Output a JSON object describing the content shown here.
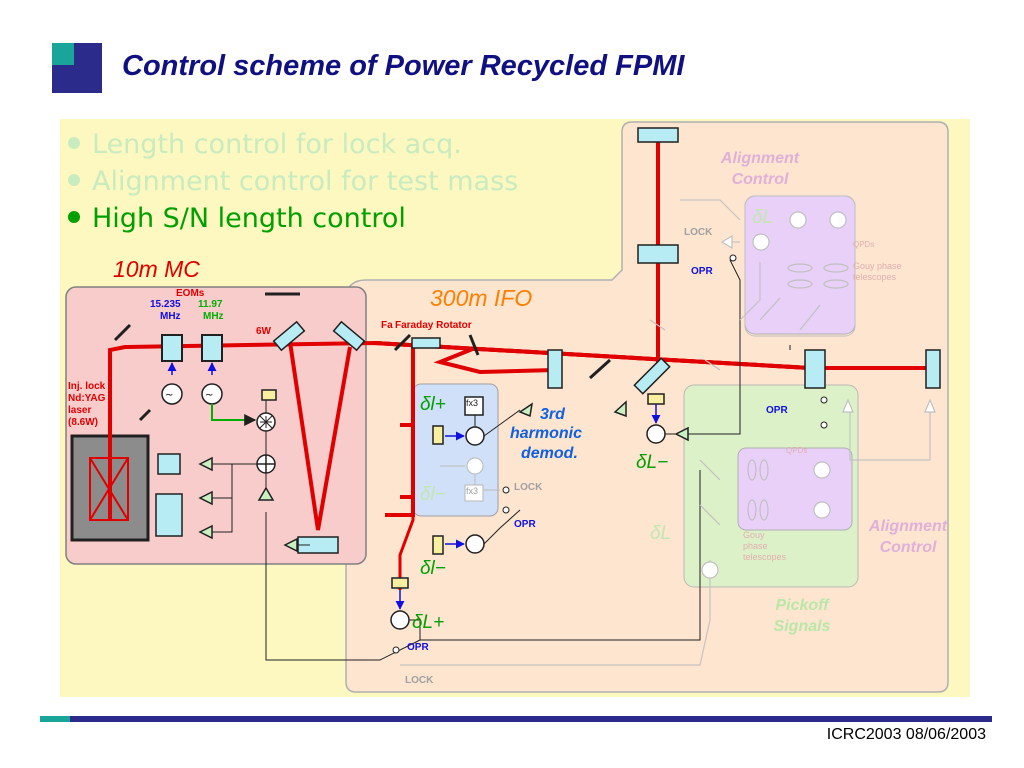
{
  "slide": {
    "title": "Control scheme of Power Recycled FPMI",
    "footer": "ICRC2003 08/06/2003"
  },
  "bullets": [
    {
      "text": "Length control for lock acq.",
      "state": "dimmed"
    },
    {
      "text": "Alignment control for test mass",
      "state": "dimmed"
    },
    {
      "text": "High S/N length control",
      "state": "active"
    }
  ],
  "diagram": {
    "mc_title": "10m MC",
    "ifo_title": "300m IFO",
    "eoms_label": "EOMs",
    "eom1": {
      "freq": "15.235",
      "unit": "MHz"
    },
    "eom2": {
      "freq": "11.97",
      "unit": "MHz"
    },
    "power_6w": "6W",
    "faraday_label": "Faraday Rotator",
    "faraday_prefix": "Fa",
    "laser_label": [
      "Inj. lock",
      "Nd:YAG",
      "laser",
      "(8.6W)"
    ],
    "third_harmonic": [
      "3rd",
      "harmonic",
      "demod."
    ],
    "fx3": "fx3",
    "lock": "LOCK",
    "opr": "OPR",
    "qpds": "QPDs",
    "gouy_top": [
      "Gouy phase",
      "telescopes"
    ],
    "gouy_bottom": [
      "Gouy",
      "phase",
      "telescopes"
    ],
    "alignment_control": [
      "Alignment",
      "Control"
    ],
    "pickoff_signals": [
      "Pickoff",
      "Signals"
    ],
    "signals": {
      "dl_plus": "δl+",
      "dl_minus": "δl−",
      "dL_minus": "δL−",
      "dL_plus": "δL+",
      "dL": "δL"
    }
  },
  "colors": {
    "title": "#101080",
    "bullet_active": "#00a000",
    "bullet_dimmed": "#c8ecc0",
    "beam": "#e00000",
    "mc_region": "#f9cccc",
    "ifo_region": "#fde5d0",
    "alignment_region": "#e8d0f8",
    "pickoff_region": "#d8f4c8",
    "demod_region": "#cfe0f8",
    "mirror": "#b8ecf4"
  }
}
